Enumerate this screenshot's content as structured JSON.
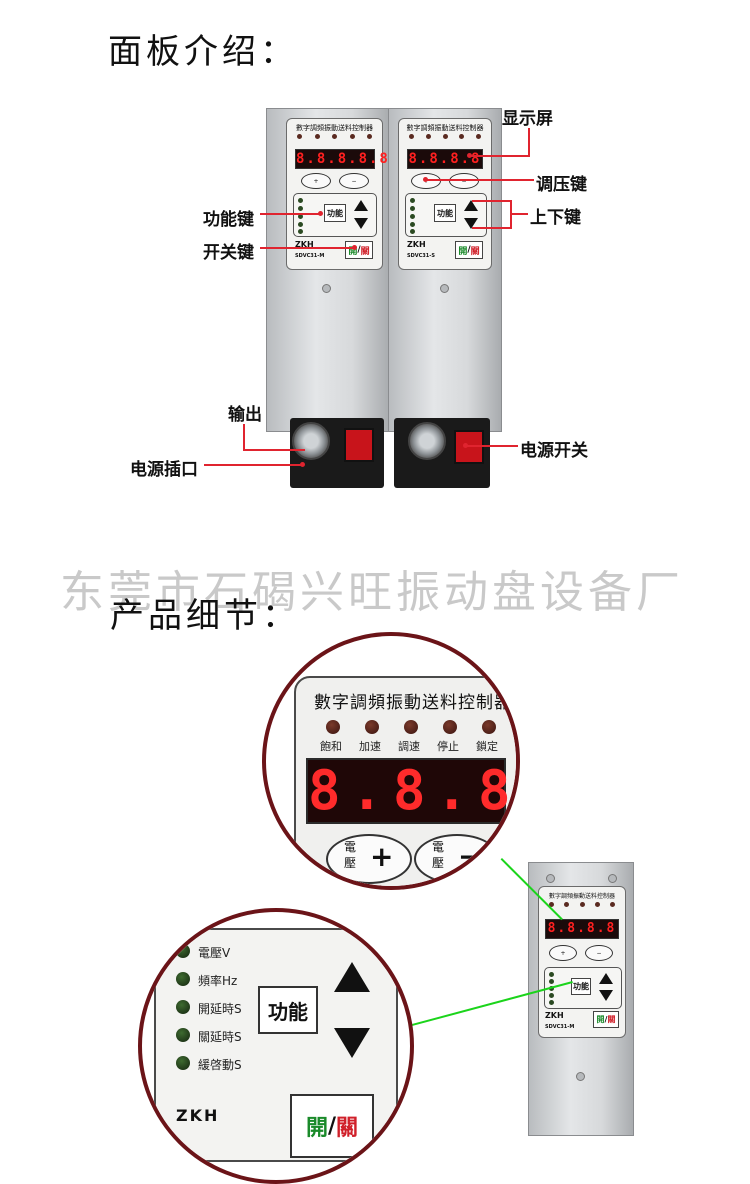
{
  "sections": {
    "panel_intro": "面板介绍：",
    "product_details": "产品细节："
  },
  "watermark": "东莞市石碣兴旺振动盘设备厂",
  "callouts": {
    "display": "显示屏",
    "voltage_key": "调压键",
    "updown_key": "上下键",
    "function_key": "功能键",
    "switch_key": "开关键",
    "output": "输出",
    "power_socket": "电源插口",
    "power_switch": "电源开关"
  },
  "device": {
    "title": "數字調頻振動送料控制器",
    "led_labels": [
      "飽和",
      "加速",
      "調速",
      "停止",
      "鎖定"
    ],
    "display_left": "8.8.8.8.8",
    "display_right": "8.8.8.8",
    "voltage_key_label": "電壓",
    "plus": "+",
    "minus": "−",
    "function_label": "功能",
    "status_labels": [
      "電壓V",
      "頻率Hz",
      "開延時S",
      "關延時S",
      "緩啓動S"
    ],
    "brand": "ZKH",
    "model_left": "SDVC31-M",
    "model_right": "SDVC31-S",
    "power_open": "開",
    "power_slash": "/",
    "power_close": "關"
  },
  "colors": {
    "callout_line": "#e0242f",
    "zoom_border": "#6b1418",
    "pointer_line": "#1bd41b",
    "display_digits": "#ff2b2b",
    "open_green": "#1a8a2a",
    "close_red": "#d0202a"
  }
}
